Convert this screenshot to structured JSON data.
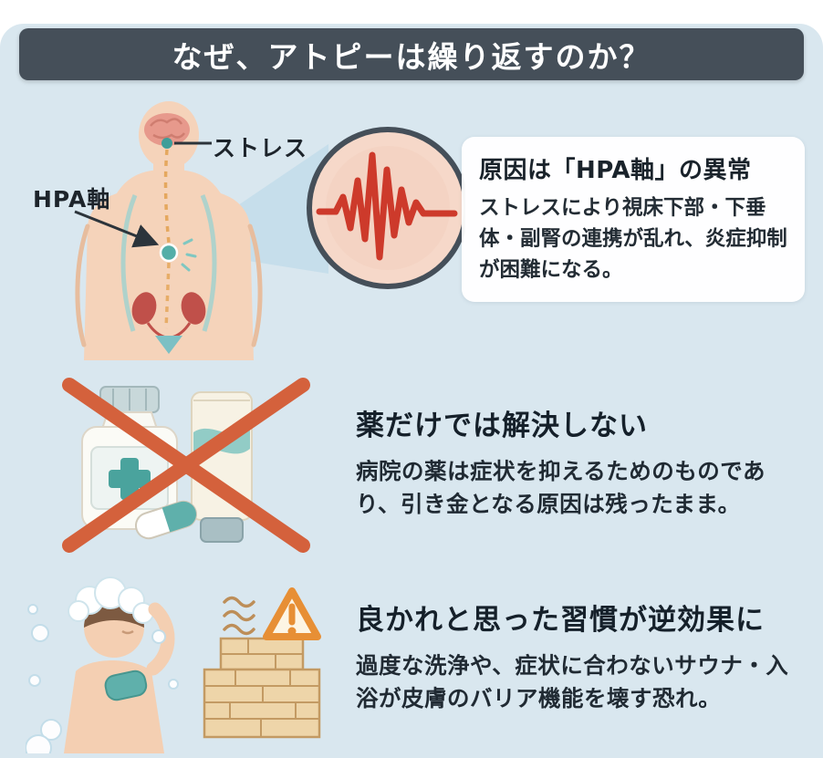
{
  "page": {
    "title": "なぜ、アトピーは繰り返すのか？"
  },
  "hpa_section": {
    "stress_label": "ストレス",
    "hpa_axis_label": "HPA軸",
    "card_heading": "原因は「HPA軸」の異常",
    "card_body": "ストレスにより視床下部・下垂体・副腎の連携が乱れ、炎症抑制が困難になる。"
  },
  "medicine_section": {
    "heading": "薬だけでは解決しない",
    "body": "病院の薬は症状を抑えるためのものであり、引き金となる原因は残ったまま。"
  },
  "habit_section": {
    "heading": "良かれと思った習慣が逆効果に",
    "body": "過度な洗浄や、症状に合わないサウナ・入浴が皮膚のバリア機能を壊す恐れ。"
  },
  "colors": {
    "background": "#d9e7ef",
    "banner": "#454f59",
    "heading_text": "#15202a",
    "cross_out_red": "#d4613c",
    "ecg_red": "#cd3a2b",
    "teal": "#54aea8",
    "warning_orange": "#e78f35",
    "wood_tan": "#eed5a9",
    "skin": "#f5d3ba"
  },
  "icons": {
    "cross_out": "✕",
    "warning": "⚠",
    "steam": "〜〜〜",
    "magnifier_circle": "ecg-pulse-circle"
  }
}
